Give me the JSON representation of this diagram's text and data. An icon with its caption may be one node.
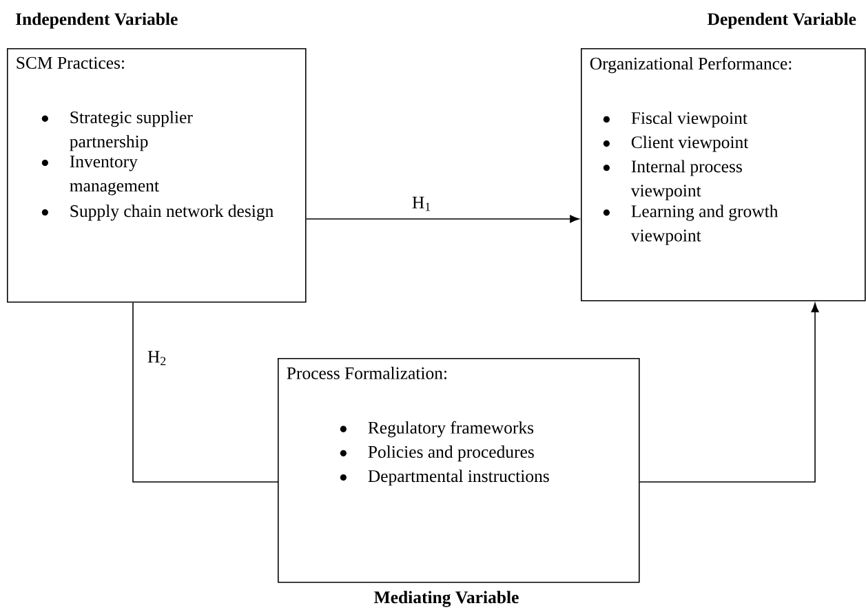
{
  "diagram": {
    "nodes": [
      {
        "text": [
          "SCM Practices:",
          "Strategic supplier partnership",
          "Inventory management",
          "Supply chain network design"
        ],
        "beside": [
          "Independent Variable"
        ]
      },
      {
        "text": [
          "Organizational Performance:",
          "Fiscal viewpoint",
          "Client viewpoint",
          "Internal process viewpoint",
          "Learning and growth viewpoint"
        ],
        "beside": [
          "Dependent Variable"
        ]
      },
      {
        "text": [
          "Process Formalization:",
          "Regulatory frameworks",
          "Policies and procedures",
          "Departmental instructions"
        ],
        "beside": [
          "Mediating Variable"
        ]
      }
    ],
    "edges": [
      {
        "from": 0,
        "to": 1,
        "arrow": "to",
        "label": "H$_{1}$"
      },
      {
        "from": 0,
        "to": 2,
        "arrow": "none",
        "label": "H$_{2}$"
      },
      {
        "from": 2,
        "to": 1,
        "arrow": "to"
      }
    ]
  }
}
